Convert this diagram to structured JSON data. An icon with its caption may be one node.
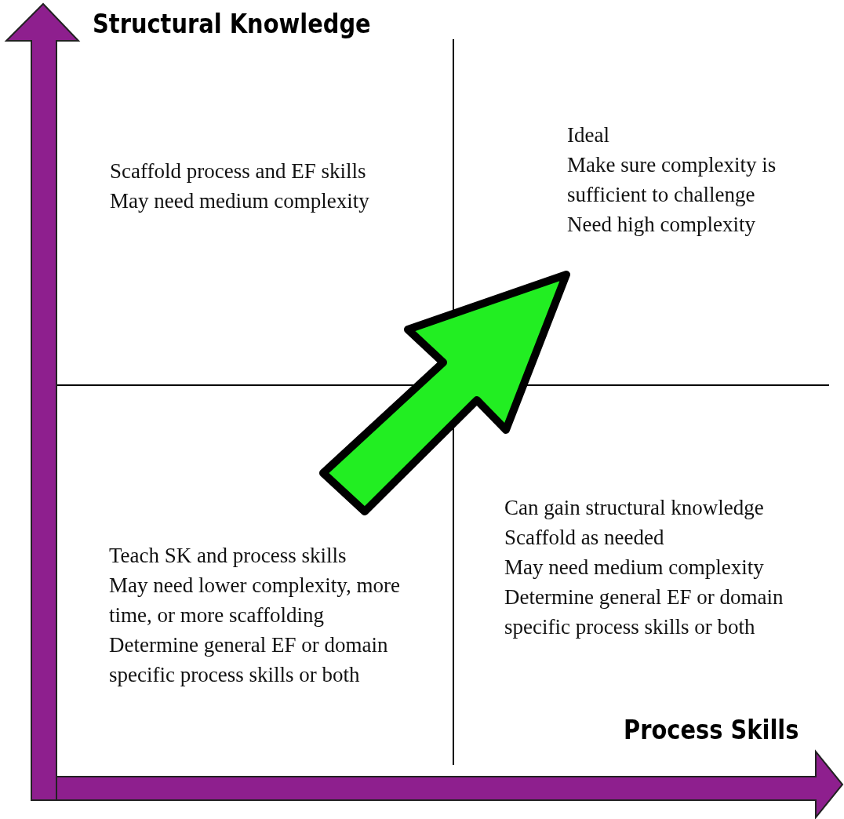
{
  "diagram": {
    "labels": [
      "Structural Knowledge",
      "Scaffold process and EF skills",
      "May need medium complexity",
      "Ideal",
      "Make sure complexity is sufficient to challenge",
      "Need high complexity",
      "Teach SK and process skills",
      "May need lower complexity, more time, or more scaffolding",
      "Determine general EF or domain specific process skills or both",
      "Can gain structural knowledge",
      "Scaffold as needed",
      "May need medium complexity",
      "Determine general EF or domain specific process skills or both",
      "Process Skills"
    ]
  }
}
